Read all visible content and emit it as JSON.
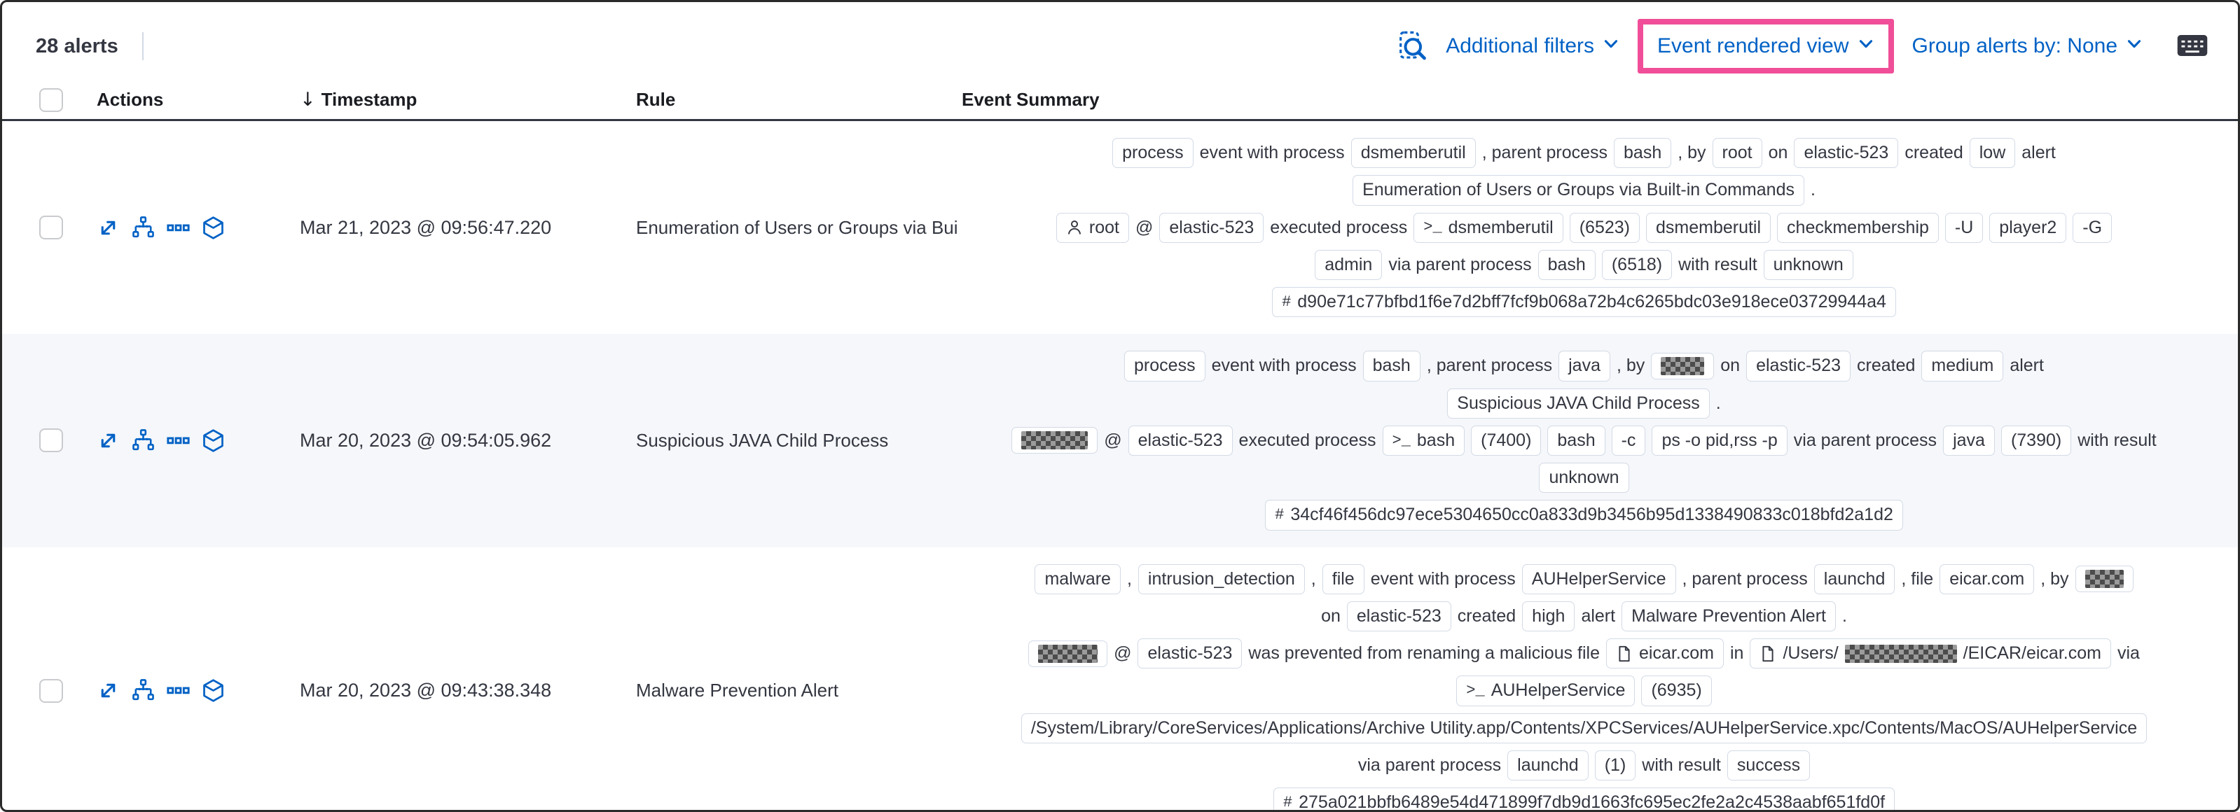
{
  "window": {
    "alert_count_label": "28 alerts"
  },
  "toolbar": {
    "additional_filters_label": "Additional filters",
    "view_selector_label": "Event rendered view",
    "group_alerts_label": "Group alerts by: None"
  },
  "highlight": {
    "target": "view-selector-button",
    "color": "#f04e98"
  },
  "icons": {
    "sort_descending": "↓",
    "terminal": ">_",
    "hash": "#",
    "toolbar_left_icon": "inspect",
    "toolbar_right_icon": "keyboard-shortcuts",
    "row_action_icons": [
      "expand",
      "analyzer",
      "more-actions",
      "session-view"
    ]
  },
  "colors": {
    "accent_blue": "#0061c5",
    "highlight_pink": "#f04e98",
    "row_alt_background": "#f5f7fa",
    "badge_border": "#d3dae6",
    "text": "#343741"
  },
  "table": {
    "columns": [
      "Actions",
      "Timestamp",
      "Rule",
      "Event Summary"
    ],
    "sort": {
      "column": "Timestamp",
      "direction": "descending"
    },
    "rows": [
      {
        "timestamp": "Mar 21, 2023 @ 09:56:47.220",
        "rule": "Enumeration of Users or Groups via Bui",
        "summary_lines": [
          [
            {
              "b": "process"
            },
            {
              "t": "event with process"
            },
            {
              "b": "dsmemberutil"
            },
            {
              "t": ", parent process"
            },
            {
              "b": "bash"
            },
            {
              "t": ", by"
            },
            {
              "b": "root"
            },
            {
              "t": "on"
            },
            {
              "b": "elastic-523"
            },
            {
              "t": "created"
            },
            {
              "b": "low"
            },
            {
              "t": "alert"
            }
          ],
          [
            {
              "b": "Enumeration of Users or Groups via Built-in Commands"
            },
            {
              "t": "."
            }
          ],
          [
            {
              "b": "root",
              "icon": "user"
            },
            {
              "t": "@"
            },
            {
              "b": "elastic-523"
            },
            {
              "t": "executed process"
            },
            {
              "b": "dsmemberutil",
              "icon": "terminal"
            },
            {
              "b": "(6523)"
            },
            {
              "b": "dsmemberutil"
            },
            {
              "b": "checkmembership"
            },
            {
              "b": "-U"
            },
            {
              "b": "player2"
            },
            {
              "b": "-G"
            }
          ],
          [
            {
              "b": "admin"
            },
            {
              "t": "via parent process"
            },
            {
              "b": "bash"
            },
            {
              "b": "(6518)"
            },
            {
              "t": "with result"
            },
            {
              "b": "unknown"
            }
          ],
          [
            {
              "b": "d90e71c77bfbd1f6e7d2bff7fcf9b068a72b4c6265bdc03e918ece03729944a4",
              "icon": "hash"
            }
          ]
        ]
      },
      {
        "timestamp": "Mar 20, 2023 @ 09:54:05.962",
        "rule": "Suspicious JAVA Child Process",
        "summary_lines": [
          [
            {
              "b": "process"
            },
            {
              "t": "event with process"
            },
            {
              "b": "bash"
            },
            {
              "t": ", parent process"
            },
            {
              "b": "java"
            },
            {
              "t": ", by"
            },
            {
              "red": 62
            },
            {
              "t": "on"
            },
            {
              "b": "elastic-523"
            },
            {
              "t": "created"
            },
            {
              "b": "medium"
            },
            {
              "t": "alert"
            }
          ],
          [
            {
              "b": "Suspicious JAVA Child Process"
            },
            {
              "t": "."
            }
          ],
          [
            {
              "red": 95
            },
            {
              "t": "@"
            },
            {
              "b": "elastic-523"
            },
            {
              "t": "executed process"
            },
            {
              "b": "bash",
              "icon": "terminal"
            },
            {
              "b": "(7400)"
            },
            {
              "b": "bash"
            },
            {
              "b": "-c"
            },
            {
              "b": "ps -o pid,rss -p"
            },
            {
              "t": "via parent process"
            },
            {
              "b": "java"
            },
            {
              "b": "(7390)"
            },
            {
              "t": "with result"
            }
          ],
          [
            {
              "b": "unknown"
            }
          ],
          [
            {
              "b": "34cf46f456dc97ece5304650cc0a833d9b3456b95d1338490833c018bfd2a1d2",
              "icon": "hash"
            }
          ]
        ]
      },
      {
        "timestamp": "Mar 20, 2023 @ 09:43:38.348",
        "rule": "Malware Prevention Alert",
        "summary_lines": [
          [
            {
              "b": "malware"
            },
            {
              "t": ","
            },
            {
              "b": "intrusion_detection"
            },
            {
              "t": ","
            },
            {
              "b": "file"
            },
            {
              "t": "event with process"
            },
            {
              "b": "AUHelperService"
            },
            {
              "t": ", parent process"
            },
            {
              "b": "launchd"
            },
            {
              "t": ", file"
            },
            {
              "b": "eicar.com"
            },
            {
              "t": ", by"
            },
            {
              "red": 55
            }
          ],
          [
            {
              "t": "on"
            },
            {
              "b": "elastic-523"
            },
            {
              "t": "created"
            },
            {
              "b": "high"
            },
            {
              "t": "alert"
            },
            {
              "b": "Malware Prevention Alert"
            },
            {
              "t": "."
            }
          ],
          [
            {
              "red": 85
            },
            {
              "t": "@"
            },
            {
              "b": "elastic-523"
            },
            {
              "t": "was prevented from renaming a malicious file"
            },
            {
              "b": "eicar.com",
              "icon": "file"
            },
            {
              "t": "in"
            },
            {
              "icon": "file",
              "chunks": [
                {
                  "t": "/Users/"
                },
                {
                  "red": 160
                },
                {
                  "t": "/EICAR/eicar.com"
                }
              ]
            },
            {
              "t": "via"
            }
          ],
          [
            {
              "b": "AUHelperService",
              "icon": "terminal"
            },
            {
              "b": "(6935)"
            }
          ],
          [
            {
              "b": "/System/Library/CoreServices/Applications/Archive Utility.app/Contents/XPCServices/AUHelperService.xpc/Contents/MacOS/AUHelperService"
            }
          ],
          [
            {
              "t": "via parent process"
            },
            {
              "b": "launchd"
            },
            {
              "b": "(1)"
            },
            {
              "t": "with result"
            },
            {
              "b": "success"
            }
          ],
          [
            {
              "b": "275a021bbfb6489e54d471899f7db9d1663fc695ec2fe2a2c4538aabf651fd0f",
              "icon": "hash"
            }
          ]
        ]
      }
    ]
  }
}
